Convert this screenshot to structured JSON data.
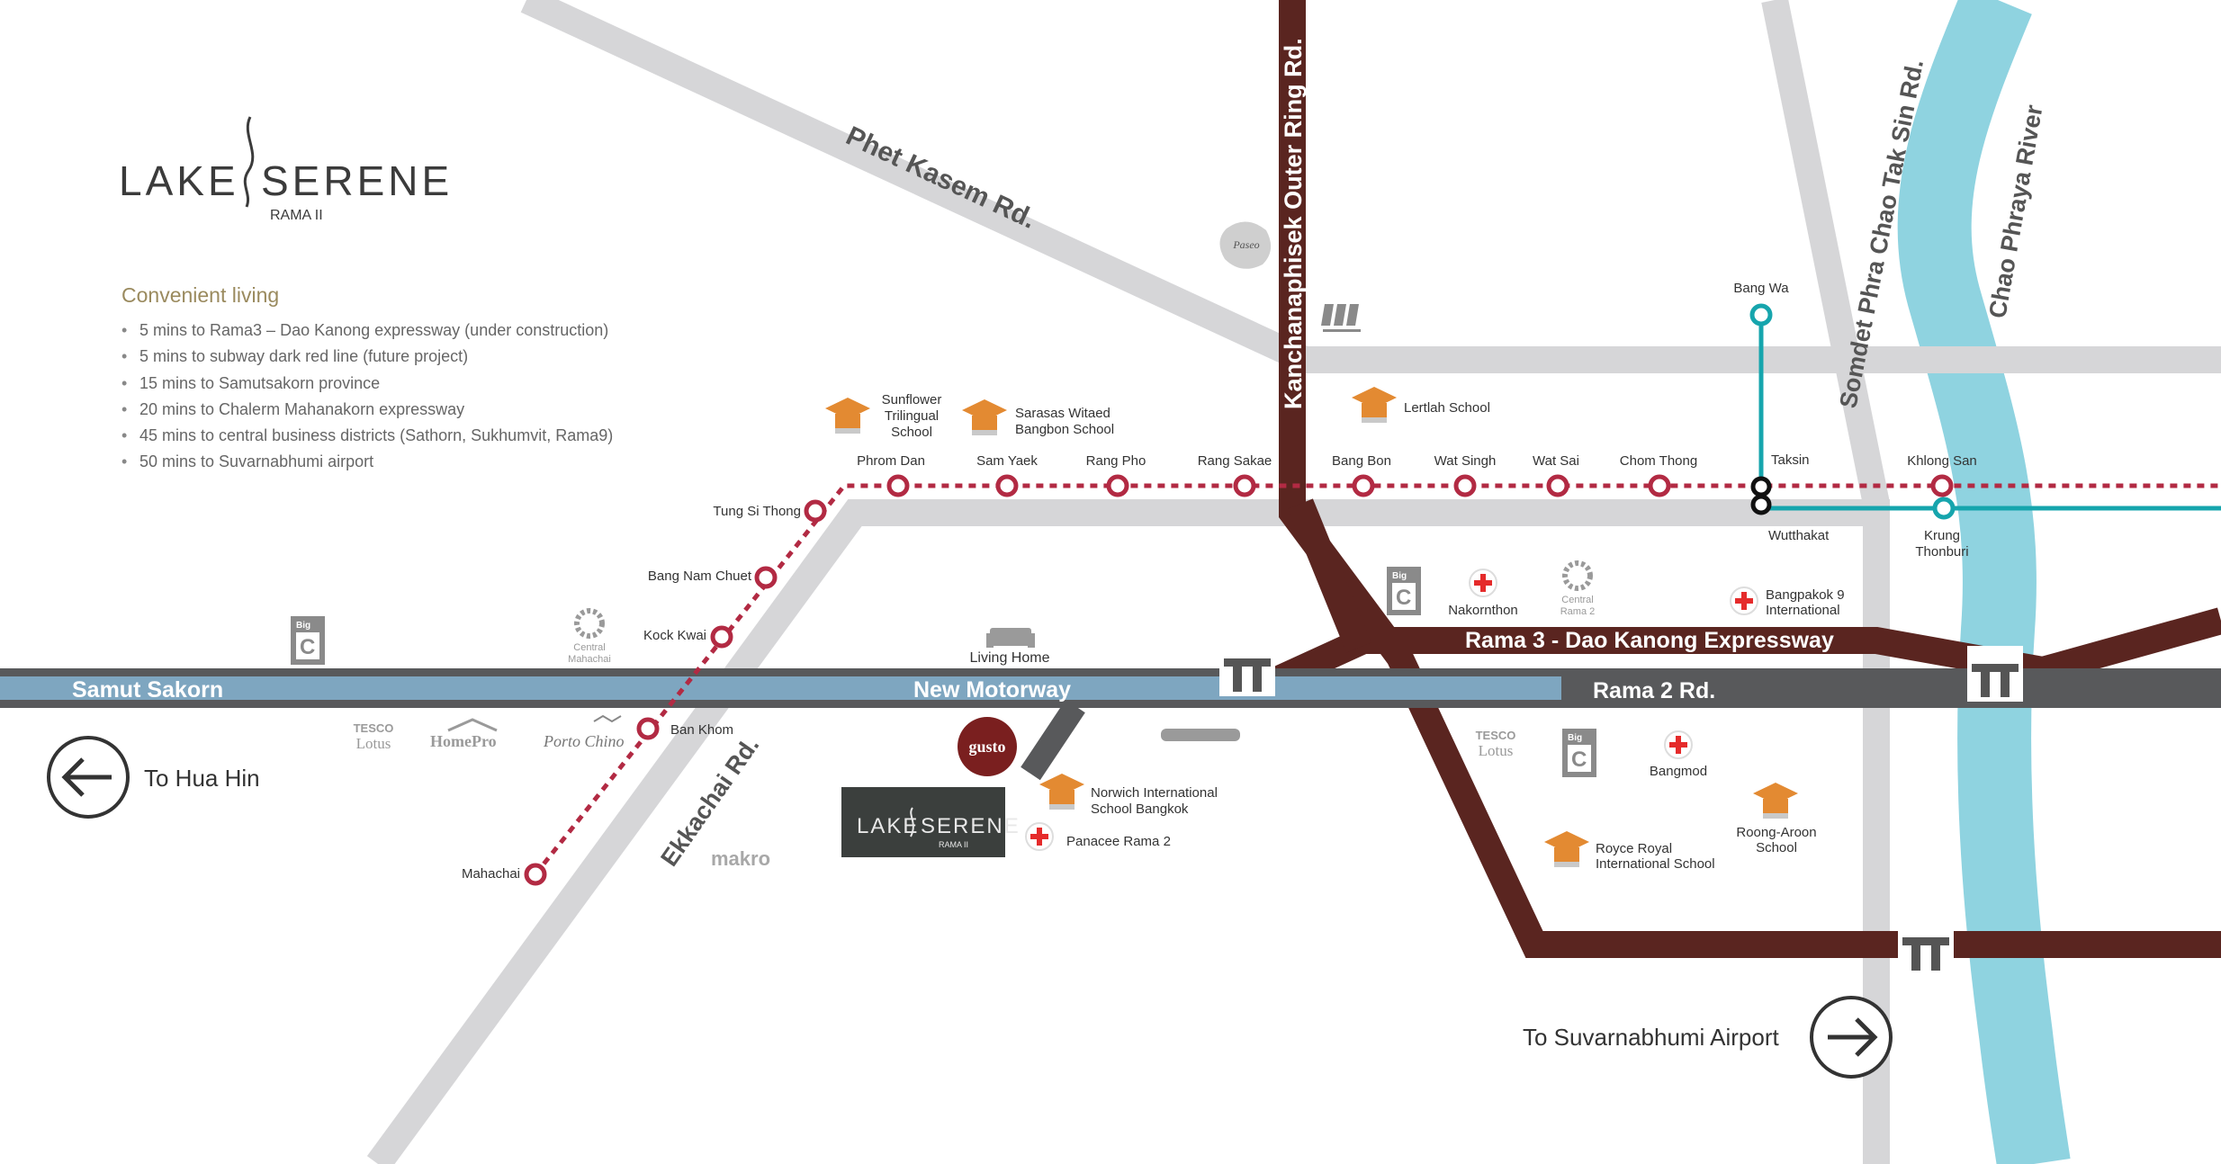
{
  "brand": {
    "name_left": "LAKE",
    "name_right": "SERENE",
    "sub": "RAMA II"
  },
  "info": {
    "heading": "Convenient living",
    "items": [
      "5  mins to Rama3 – Dao Kanong expressway (under construction)",
      "5  mins to subway dark red line (future project)",
      "15 mins to Samutsakorn province",
      "20 mins to Chalerm Mahanakorn expressway",
      "45 mins to central business districts (Sathorn, Sukhumvit, Rama9)",
      "50 mins to Suvarnabhumi airport"
    ]
  },
  "roads": {
    "phet_kasem": "Phet Kasem Rd.",
    "kanchanaphisek": "Kanchanaphisek Outer Ring Rd.",
    "somdet": "Somdet Phra Chao Tak Sin Rd.",
    "chao_phraya": "Chao Phraya River",
    "samut_sakorn": "Samut Sakorn",
    "new_motorway": "New Motorway",
    "rama2": "Rama 2 Rd.",
    "rama3": "Rama 3 - Dao Kanong Expressway",
    "ekkachai": "Ekkachai Rd."
  },
  "stations": {
    "tung_si_thong": "Tung Si Thong",
    "bang_nam_chuet": "Bang Nam Chuet",
    "kock_kwai": "Kock Kwai",
    "ban_khom": "Ban Khom",
    "mahachai": "Mahachai",
    "phrom_dan": "Phrom Dan",
    "sam_yaek": "Sam Yaek",
    "rang_pho": "Rang Pho",
    "rang_sakae": "Rang Sakae",
    "bang_bon": "Bang Bon",
    "wat_singh": "Wat Singh",
    "wat_sai": "Wat Sai",
    "chom_thong": "Chom Thong",
    "taksin": "Taksin",
    "wutthakat": "Wutthakat",
    "khlong_san": "Khlong San",
    "bang_wa": "Bang Wa",
    "krung_thonburi_1": "Krung",
    "krung_thonburi_2": "Thonburi"
  },
  "places": {
    "sunflower_1": "Sunflower",
    "sunflower_2": "Trilingual",
    "sunflower_3": "School",
    "sarasas_1": "Sarasas Witaed",
    "sarasas_2": "Bangbon School",
    "lertlah": "Lertlah School",
    "nakornthon": "Nakornthon",
    "bangpakok_1": "Bangpakok 9",
    "bangpakok_2": "International",
    "living_home": "Living Home",
    "norwich_1": "Norwich International",
    "norwich_2": "School Bangkok",
    "panacee": "Panacee Rama 2",
    "bangmod": "Bangmod",
    "royce_1": "Royce Royal",
    "royce_2": "International School",
    "roong_1": "Roong-Aroon",
    "roong_2": "School"
  },
  "logos": {
    "tesco_1": "TESCO",
    "tesco_2": "Lotus",
    "homepro": "HomePro",
    "porto": "Porto Chino",
    "central_1": "Central",
    "central_mahachai": "Mahachai",
    "central_rama2": "Rama 2",
    "big_c": "Big C",
    "makro": "makro",
    "gusto": "gusto",
    "paseo": "Paseo",
    "lotus_rama2_1": "TESCO",
    "lotus_rama2_2": "Lotus"
  },
  "directions": {
    "hua_hin": "To Hua Hin",
    "airport": "To Suvarnabhumi Airport"
  },
  "colors": {
    "gray_road": "#d6d6d8",
    "dark_road": "#5a2520",
    "motorway_band": "#58595b",
    "motorway_blue": "#7ea6c0",
    "river": "#8fd3e0",
    "rail_red": "#b22a43",
    "rail_teal": "#16a5ad",
    "school_orange": "#e38a32",
    "hospital_red": "#e52b2b",
    "heading_gold": "#9a8a5e"
  }
}
